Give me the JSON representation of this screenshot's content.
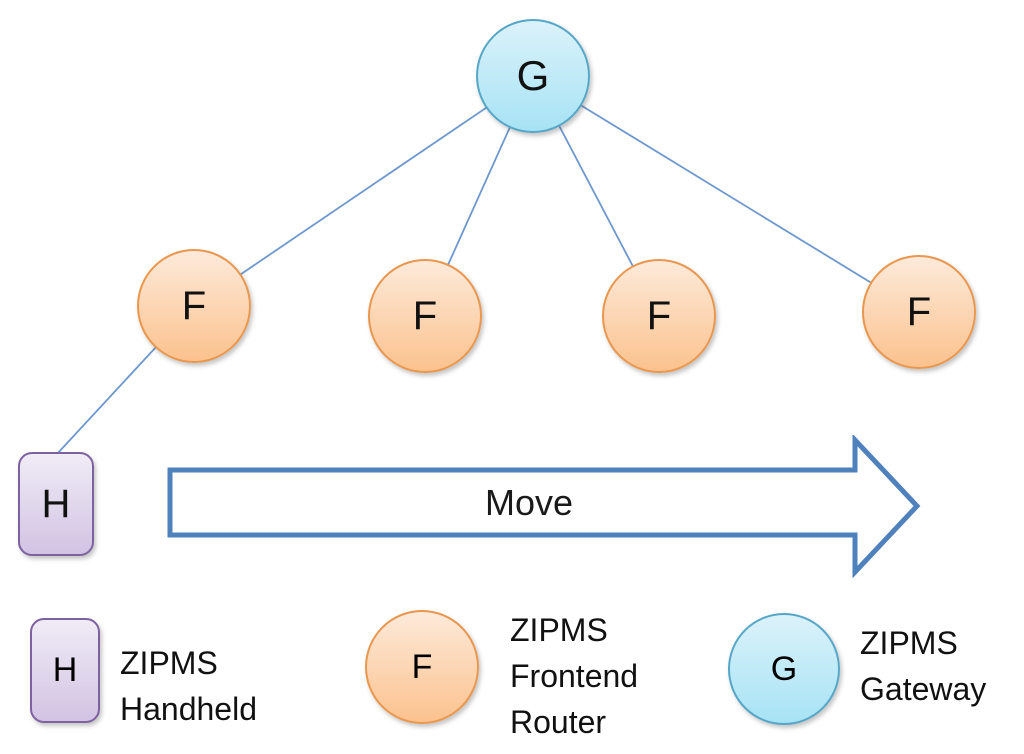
{
  "diagram": {
    "nodes": {
      "gateway": {
        "label": "G"
      },
      "frontends": [
        {
          "label": "F"
        },
        {
          "label": "F"
        },
        {
          "label": "F"
        },
        {
          "label": "F"
        }
      ],
      "handheld": {
        "label": "H"
      }
    },
    "arrow": {
      "label": "Move"
    },
    "colors": {
      "gateway_fill_top": "#dbf2fa",
      "gateway_fill_bottom": "#a7e3f5",
      "gateway_border": "#56a7c7",
      "frontend_fill_top": "#fdeada",
      "frontend_fill_bottom": "#fbc28e",
      "frontend_border": "#e9974e",
      "handheld_fill_top": "#f0ecf6",
      "handheld_fill_bottom": "#d2c3e3",
      "handheld_border": "#7d61a0",
      "connector_line": "#6e98cd",
      "arrow_outline": "#4f81bd",
      "text": "#111111"
    }
  },
  "legend": {
    "items": [
      {
        "symbol": "H",
        "lines": {
          "0": "ZIPMS",
          "1": "Handheld"
        }
      },
      {
        "symbol": "F",
        "lines": {
          "0": "ZIPMS",
          "1": "Frontend",
          "2": "Router"
        }
      },
      {
        "symbol": "G",
        "lines": {
          "0": "ZIPMS",
          "1": "Gateway"
        }
      }
    ]
  }
}
